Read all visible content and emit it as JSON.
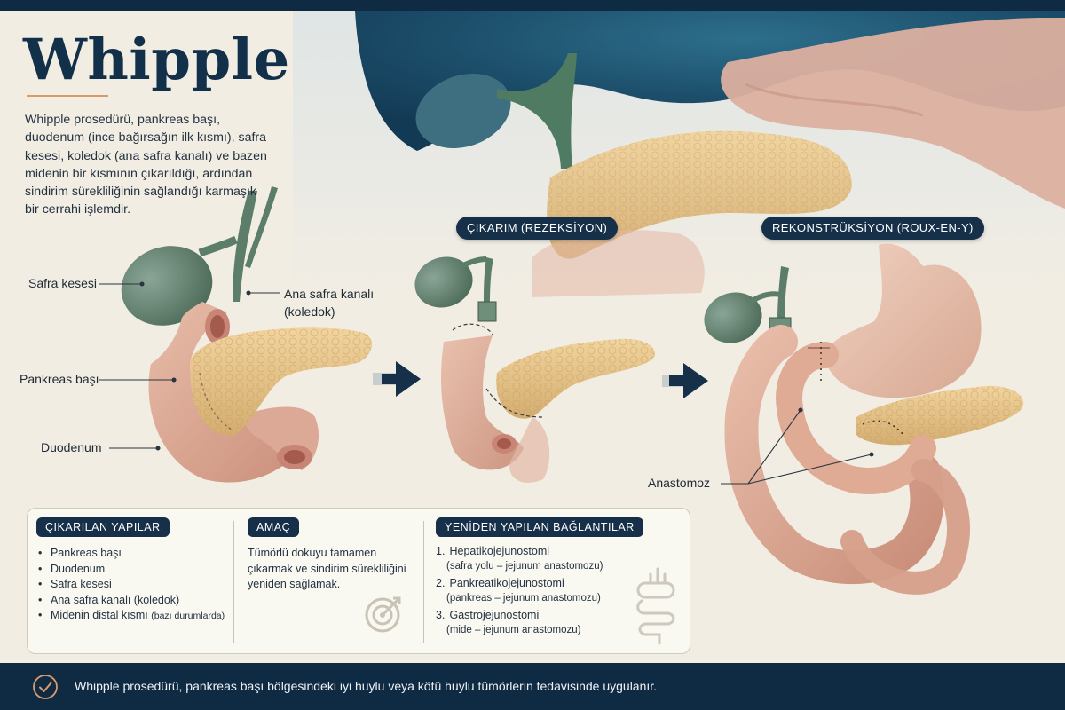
{
  "title": "Whipple",
  "intro": "Whipple prosedürü, pankreas başı, duodenum (ince bağırsağın ilk kısmı), safra kesesi, koledok (ana safra kanalı) ve bazen midenin bir kısmının çıkarıldığı, ardından sindirim sürekliliğinin sağlandığı karmaşık bir cerrahi işlemdir.",
  "labels": {
    "gallbladder": "Safra kesesi",
    "bile_duct_1": "Ana safra kanalı",
    "bile_duct_2": "(koledok)",
    "pancreas_head": "Pankreas başı",
    "duodenum": "Duodenum",
    "anastomosis": "Anastomoz"
  },
  "stages": {
    "resection": "ÇIKARIM (REZEKSİYON)",
    "reconstruction": "REKONSTRÜKSİYON (ROUX-EN-Y)"
  },
  "panel": {
    "removed": {
      "heading": "ÇIKARILAN YAPILAR",
      "items": [
        "Pankreas başı",
        "Duodenum",
        "Safra kesesi",
        "Ana safra kanalı (koledok)",
        "Midenin distal kısmı"
      ],
      "note": "(bazı durumlarda)"
    },
    "goal": {
      "heading": "AMAÇ",
      "text": "Tümörlü dokuyu tamamen çıkarmak ve sindirim sürekliliğini yeniden sağlamak."
    },
    "connections": {
      "heading": "YENİDEN YAPILAN BAĞLANTILAR",
      "items": [
        {
          "num": "1.",
          "name": "Hepatikojejunostomi",
          "detail": "(safra yolu – jejunum anastomozu)"
        },
        {
          "num": "2.",
          "name": "Pankreatikojejunostomi",
          "detail": "(pankreas – jejunum anastomozu)"
        },
        {
          "num": "3.",
          "name": "Gastrojejunostomi",
          "detail": "(mide – jejunum anastomozu)"
        }
      ]
    }
  },
  "footer": "Whipple prosedürü, pankreas başı bölgesindeki iyi huylu veya kötü huylu tümörlerin tedavisinde uygulanır.",
  "colors": {
    "navy": "#163049",
    "gallbladder": "#5f7f6c",
    "pancreas": "#e5c489",
    "intestine": "#d9a590",
    "accent": "#d99a6c"
  },
  "icons": [
    "arrow-right-icon",
    "target-icon",
    "intestine-icon",
    "check-circle-icon"
  ]
}
